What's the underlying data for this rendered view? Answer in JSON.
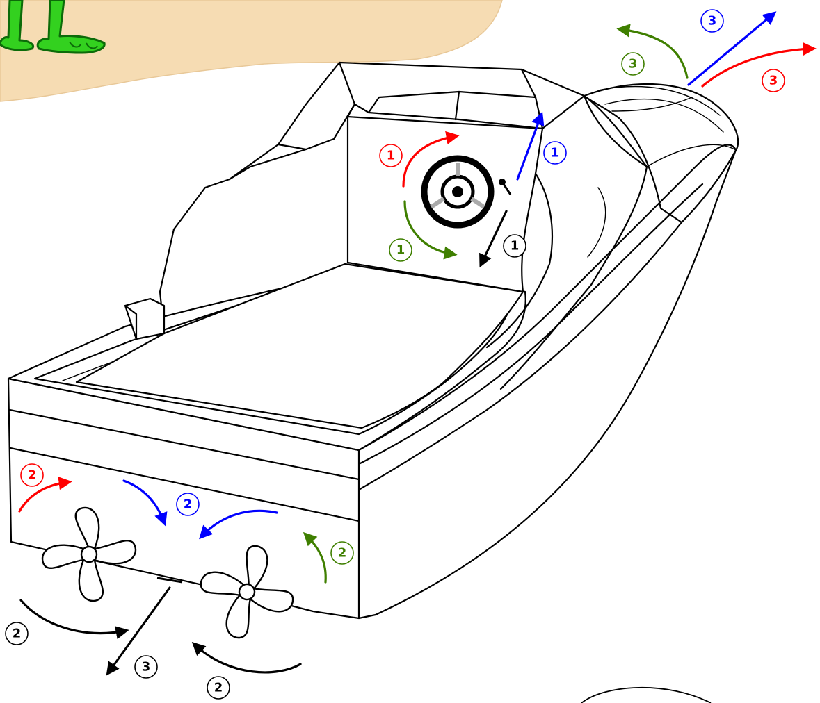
{
  "colors": {
    "red": "#ff0000",
    "blue": "#0000ff",
    "green": "#3f7f00",
    "black": "#000000",
    "sand": "#f6dcb3",
    "frog": "#33d11f"
  },
  "icons": {
    "frog_feet": "frog-feet-icon",
    "steering_wheel": "steering-wheel-icon",
    "throttle_lever": "throttle-lever-icon",
    "propeller": "propeller-icon"
  },
  "labels": {
    "s1_red": "1",
    "s1_blue": "1",
    "s1_green": "1",
    "s1_black": "1",
    "s2_red": "2",
    "s2_blue": "2",
    "s2_green": "2",
    "s2_black_left": "2",
    "s2_black_bottom": "2",
    "s3_black": "3",
    "s3_green": "3",
    "s3_blue": "3",
    "s3_red": "3"
  }
}
